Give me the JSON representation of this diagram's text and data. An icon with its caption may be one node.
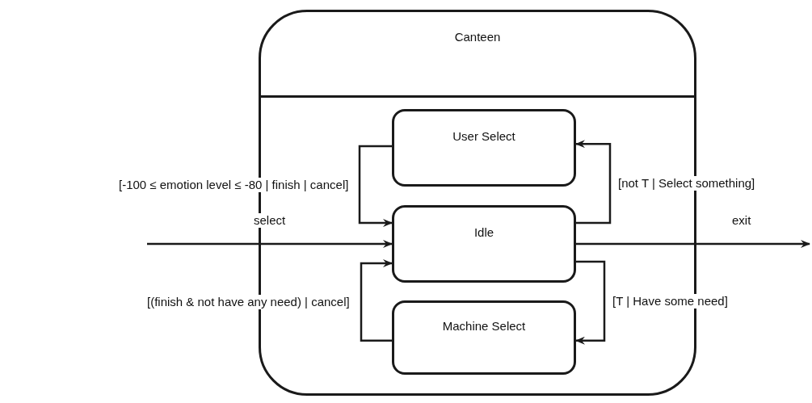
{
  "diagram": {
    "nodes": [
      {
        "text": [
          "Canteen"
        ]
      },
      {
        "text": [
          "User Select"
        ],
        "in": 0
      },
      {
        "text": [
          "Idle"
        ],
        "in": 0
      },
      {
        "text": [
          "Machine Select"
        ],
        "in": 0
      }
    ],
    "edges": [
      {
        "from": 1,
        "to": 2,
        "arrow": "to",
        "label": "[-100 ≤ emotion level ≤ -80 | finish | cancel]"
      },
      {
        "from": 2,
        "to": 1,
        "arrow": "to",
        "label": "[not T | Select something]"
      },
      {
        "from": 2,
        "to": 3,
        "arrow": "to",
        "label": "[T | Have some need]"
      },
      {
        "from": 3,
        "to": 2,
        "arrow": "to",
        "label": "[(finish & not have any need) | cancel]"
      },
      {
        "from": null,
        "to": 2,
        "arrow": "to",
        "label": "select"
      },
      {
        "from": 2,
        "to": null,
        "arrow": "to",
        "label": "exit"
      }
    ]
  }
}
